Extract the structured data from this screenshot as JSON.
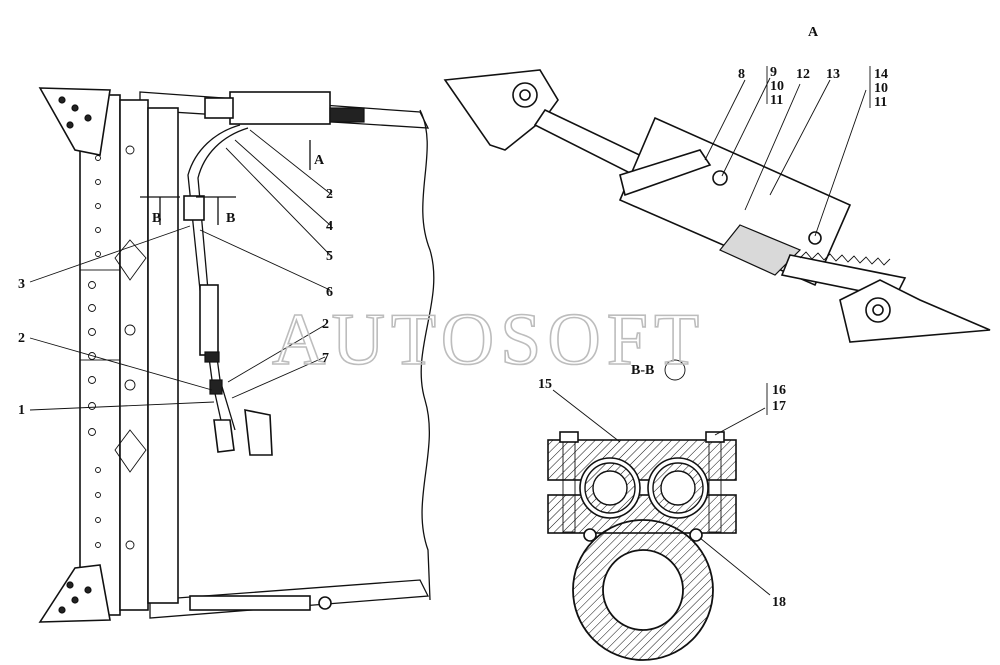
{
  "labels": {
    "view_a": "A",
    "arrow_a": "A",
    "section_b_left": "B",
    "section_b_right": "B",
    "section_title": "B-B",
    "watermark": "AUTOSOFT",
    "callouts_left": [
      "3",
      "2",
      "1",
      "2",
      "4",
      "5",
      "6",
      "2",
      "7"
    ],
    "callouts_view_a": [
      "8",
      "9",
      "10",
      "11",
      "12",
      "13",
      "14",
      "10",
      "11"
    ],
    "callouts_section": [
      "15",
      "16",
      "17",
      "18"
    ]
  }
}
